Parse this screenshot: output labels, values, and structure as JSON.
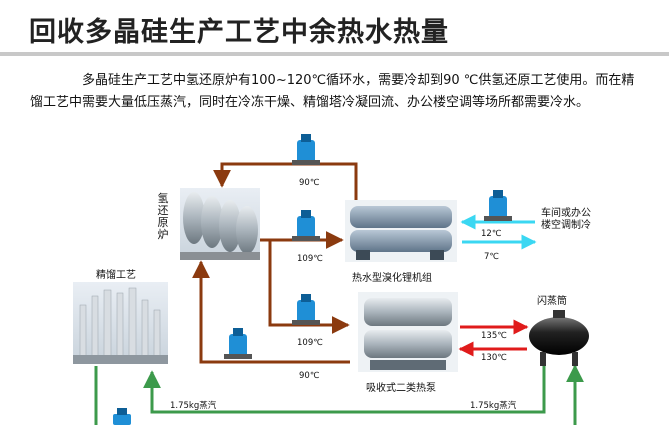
{
  "title": "回收多晶硅生产工艺中余热水热量",
  "paragraph": "多晶硅生产工艺中氢还原炉有100~120℃循环水，需要冷却到90 ℃供氢还原工艺使用。而在精馏工艺中需要大量低压蒸汽，同时在冷冻干燥、精馏塔冷凝回流、办公楼空调等场所都需要冷水。",
  "diagram": {
    "reduction_furnace": "氢还原炉",
    "distillation": "精馏工艺",
    "chiller": "热水型溴化锂机组",
    "heat_pump": "吸收式二类热泵",
    "flash_tank": "闪蒸筒",
    "office": "车间或办公楼空调制冷",
    "temp_90_top": "90℃",
    "temp_109_a": "109℃",
    "temp_109_b": "109℃",
    "temp_90_bottom": "90℃",
    "temp_12": "12℃",
    "temp_7": "7℃",
    "temp_135": "135℃",
    "temp_130": "130℃",
    "steam_left": "1.75kg蒸汽",
    "steam_right": "1.75kg蒸汽"
  },
  "colors": {
    "hot_water": "#8b3a0f",
    "cold_water": "#3ad7f2",
    "hot_red": "#e01b1b",
    "steam": "#3c9a4b",
    "pump": "#1f8fd6"
  }
}
